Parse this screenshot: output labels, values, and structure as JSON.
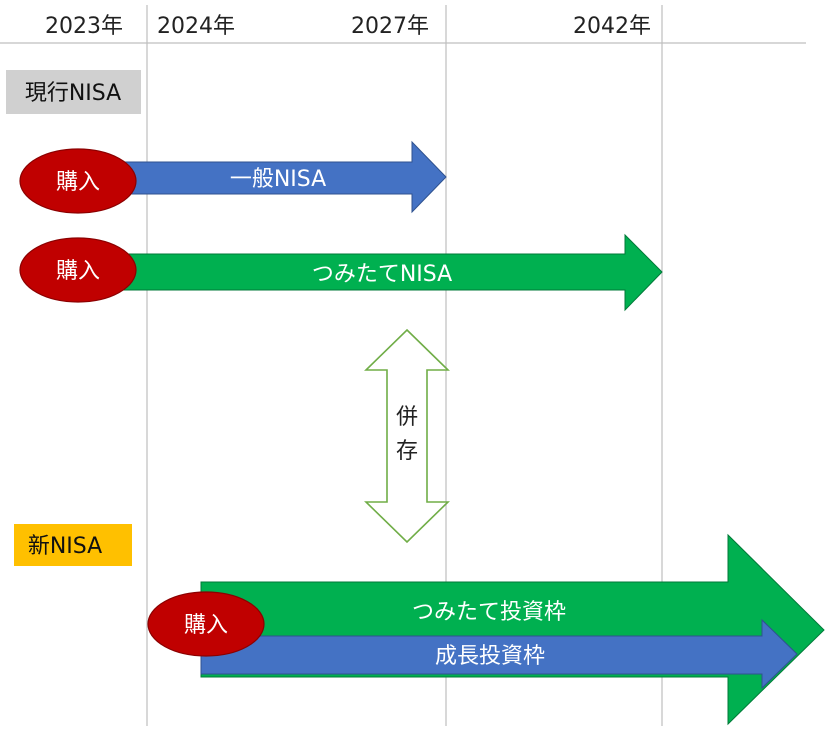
{
  "timeline": {
    "years": [
      "2023年",
      "2024年",
      "2027年",
      "2042年"
    ]
  },
  "current_nisa": {
    "title": "現行NISA",
    "general": {
      "label": "一般NISA",
      "buy_label": "購入"
    },
    "tsumitate": {
      "label": "つみたてNISA",
      "buy_label": "購入"
    }
  },
  "coexist": {
    "chars": [
      "併",
      "存"
    ]
  },
  "new_nisa": {
    "title": "新NISA",
    "buy_label": "購入",
    "tsumitate_label": "つみたて投資枠",
    "growth_label": "成長投資枠"
  },
  "colors": {
    "blue_arrow": "#4472C4",
    "green_arrow": "#00B050",
    "buy_oval": "#C00000",
    "current_box": "#D0D0D0",
    "new_box": "#FFC000",
    "grid": "#BFBFBF"
  }
}
